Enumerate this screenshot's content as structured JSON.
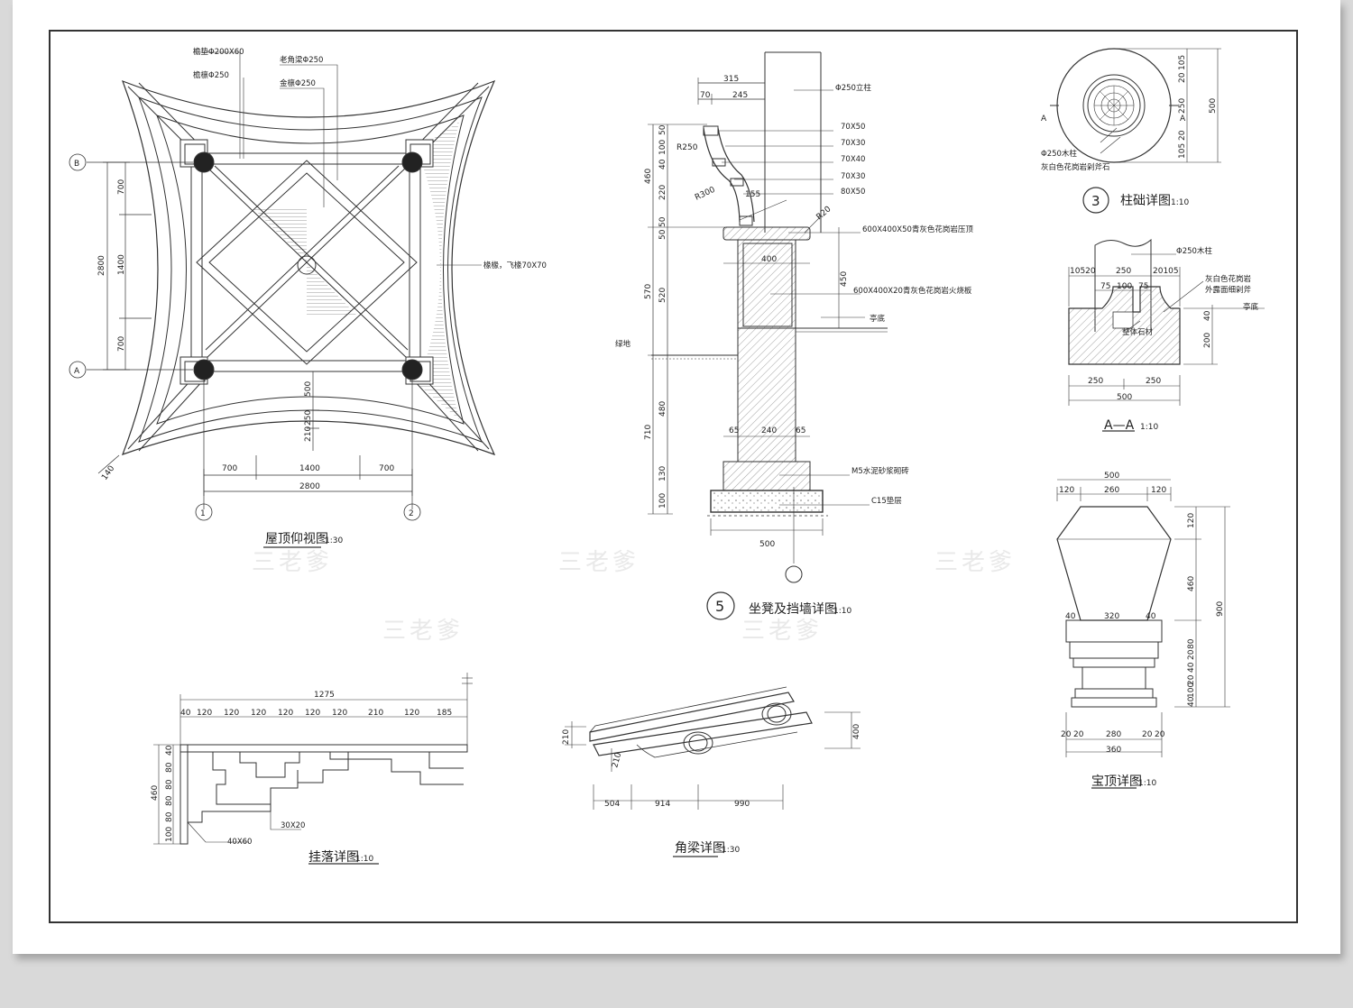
{
  "watermark": "三老爹",
  "roof_plan": {
    "title": "屋顶仰视图",
    "scale": "1:30",
    "grid_b": "B",
    "grid_a": "A",
    "grid_1": "1",
    "grid_2": "2",
    "note_eave": "檐垫Φ200X60",
    "note_post": "檐檩Φ250",
    "note_corner": "老角梁Φ250",
    "note_gold": "金檩Φ250",
    "note_rafter": "椽椽，飞椽70X70",
    "dim_v_700a": "700",
    "dim_v_1400": "1400",
    "dim_v_700b": "700",
    "dim_v_2800": "2800",
    "dim_h_700a": "700",
    "dim_h_1400": "1400",
    "dim_h_700b": "700",
    "dim_h_2800": "2800",
    "dim_500": "500",
    "dim_250": "250",
    "dim_210": "210",
    "dim_140": "140"
  },
  "bench": {
    "num": "5",
    "title": "坐凳及挡墙详图",
    "scale": "1:10",
    "d315": "315",
    "d70": "70",
    "d245": "245",
    "d460": "460",
    "d50a": "50",
    "d100": "100",
    "d40": "40",
    "d220": "220",
    "d50b": "50",
    "d50c": "50",
    "d570": "570",
    "d520": "520",
    "d710": "710",
    "d480": "480",
    "d130": "130",
    "d100b": "100",
    "r250": "R250",
    "r300": "R300",
    "r20": "R20",
    "d155": "155",
    "d400": "400",
    "d450": "450",
    "d65a": "65",
    "d240": "240",
    "d65b": "65",
    "d500": "500",
    "n_post": "Φ250立柱",
    "n_7050": "70X50",
    "n_7030a": "70X30",
    "n_7040": "70X40",
    "n_7030b": "70X30",
    "n_8050": "80X50",
    "n_slab1": "600X400X50青灰色花岗岩压顶",
    "n_slab2": "600X400X20青灰色花岗岩火烧板",
    "n_m5": "M5水泥砂浆砌砖",
    "n_c15": "C15垫层",
    "n_ground": "绿地",
    "n_floor": "亭底"
  },
  "plinth": {
    "num": "3",
    "title": "柱础详图",
    "scale": "1:10",
    "sec_a": "A",
    "n_post": "Φ250木柱",
    "n_stone": "灰白色花岗岩剁斧石",
    "d105a": "105",
    "d20a": "20",
    "d250": "250",
    "d20b": "20",
    "d105b": "105",
    "d500": "500"
  },
  "section_aa": {
    "title": "A—A",
    "scale": "1:10",
    "n_post": "Φ250木柱",
    "n_stone": "灰白色花岗岩",
    "n_finish": "外露面细剁斧",
    "n_core": "整体石材",
    "n_floor": "亭底",
    "d10520": "10520",
    "d250": "250",
    "d20105": "20105",
    "d75a": "75",
    "d100": "100",
    "d75b": "75",
    "d40": "40",
    "d200": "200",
    "d250a": "250",
    "d250b": "250",
    "d500": "500"
  },
  "finial": {
    "title": "宝顶详图",
    "scale": "1:10",
    "d500": "500",
    "d120a": "120",
    "d260": "260",
    "d120b": "120",
    "d120v": "120",
    "d460": "460",
    "d900": "900",
    "d40a": "40",
    "d320": "320",
    "d40b": "40",
    "d80": "80",
    "d20": "20",
    "d40c": "40",
    "d20b": "20",
    "d100": "100",
    "d40d": "40",
    "d20l": "20",
    "d20l2": "20",
    "d280": "280",
    "d20r": "20",
    "d20r2": "20",
    "d360": "360"
  },
  "hanging": {
    "title": "挂落详图",
    "scale": "1:10",
    "d1275": "1275",
    "top_dims": [
      "40",
      "120",
      "120",
      "120",
      "120",
      "120",
      "120",
      "210",
      "120",
      "185"
    ],
    "left_dims": [
      "40",
      "80",
      "80",
      "80",
      "80",
      "100"
    ],
    "d460": "460",
    "n_3020": "30X20",
    "n_4060": "40X60"
  },
  "corner_beam": {
    "title": "角梁详图",
    "scale": "1:30",
    "d210a": "210",
    "d210b": "210",
    "d400": "400",
    "d504": "504",
    "d914": "914",
    "d990": "990"
  }
}
